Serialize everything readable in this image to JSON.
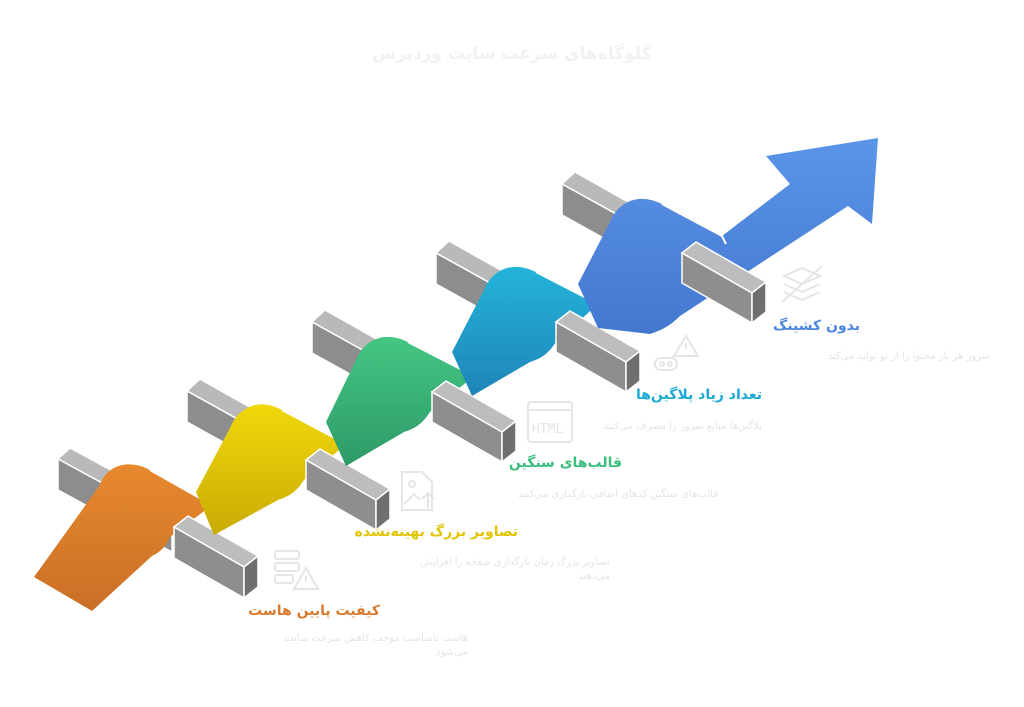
{
  "title": "گلوگاه‌های سرعت سایت وردپرس",
  "steps": [
    {
      "label": "کیفیت پایین هاست",
      "description": "هاست نامناسب موجب کاهش سرعت سایت می‌شود",
      "icon": "server-warning-icon",
      "color": "#d9792c"
    },
    {
      "label": "تصاویر بزرگ بهینه‌نشده",
      "description": "تصاویر بزرگ زمان بارگذاری صفحه را افزایش می‌دهند",
      "icon": "image-upload-icon",
      "color": "#e0c400"
    },
    {
      "label": "قالب‌های سنگین",
      "description": "قالب‌های سنگین کدهای اضافی بارگذاری می‌کنند",
      "icon": "html-icon",
      "color": "#3bbd7c"
    },
    {
      "label": "تعداد زیاد پلاگین‌ها",
      "description": "پلاگین‌ها منابع سرور را مصرف می‌کنند",
      "icon": "plugin-warning-icon",
      "color": "#19a9d4"
    },
    {
      "label": "بدون کشینگ",
      "description": "سرور هر بار محتوا را از نو تولید می‌کند",
      "icon": "cache-disabled-icon",
      "color": "#4b86e0"
    }
  ]
}
